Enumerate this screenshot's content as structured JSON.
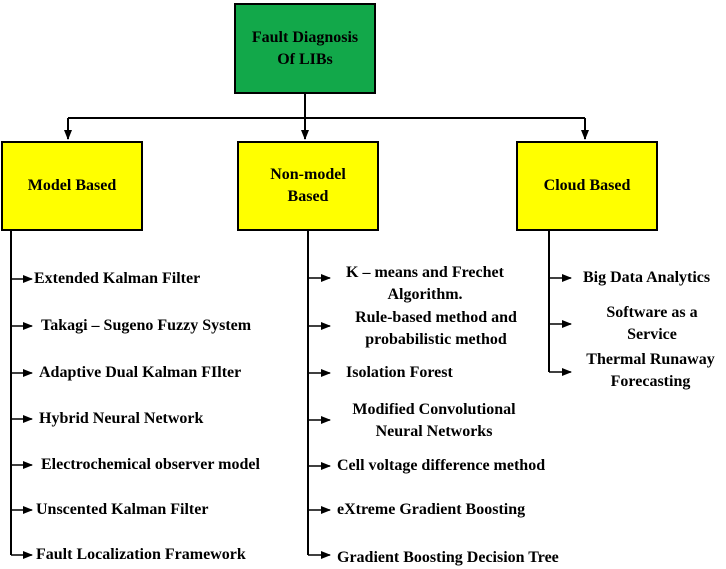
{
  "root": {
    "label": "Fault Diagnosis\nOf LIBs"
  },
  "categories": {
    "model": {
      "label": "Model Based"
    },
    "nonmodel": {
      "label": "Non-model\nBased"
    },
    "cloud": {
      "label": "Cloud Based"
    }
  },
  "model_items": [
    "Extended Kalman Filter",
    "Takagi – Sugeno Fuzzy System",
    "Adaptive Dual Kalman FIlter",
    "Hybrid Neural Network",
    "Electrochemical observer model",
    "Unscented Kalman Filter",
    "Fault Localization Framework"
  ],
  "nonmodel_items": [
    "K – means and Frechet\nAlgorithm.",
    "Rule-based method and\nprobabilistic method",
    "Isolation Forest",
    "Modified Convolutional\nNeural Networks",
    "Cell voltage difference method",
    "eXtreme Gradient Boosting",
    "Gradient Boosting Decision Tree"
  ],
  "cloud_items": [
    "Big Data Analytics",
    "Software as a\nService",
    "Thermal Runaway\nForecasting"
  ],
  "colors": {
    "root_fill": "#12a84a",
    "category_fill": "#ffff00",
    "line": "#000000"
  }
}
